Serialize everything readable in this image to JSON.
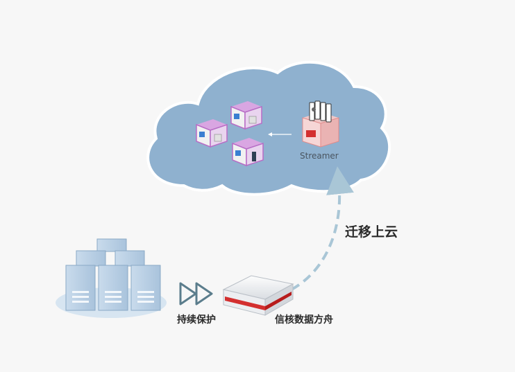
{
  "labels": {
    "streamer": "Streamer",
    "migrate": "迁移上云",
    "protect": "持续保护",
    "ark": "信核数据方舟"
  },
  "colors": {
    "background": "#f7f7f7",
    "cloud": "#8fb1cf",
    "cloud_outline": "#ffffff",
    "server_blue": "#b6cde2",
    "server_edge": "#8aa9c6",
    "vm_purple": "#b76cc5",
    "appliance_red": "#d32f2f",
    "dashed_arrow": "#a9c6d6"
  },
  "icons": [
    "cloud-icon",
    "vm-instance-icon",
    "streamer-appliance-icon",
    "server-cluster-icon",
    "fast-forward-arrow-icon",
    "storage-appliance-icon",
    "dashed-arrow-icon"
  ]
}
